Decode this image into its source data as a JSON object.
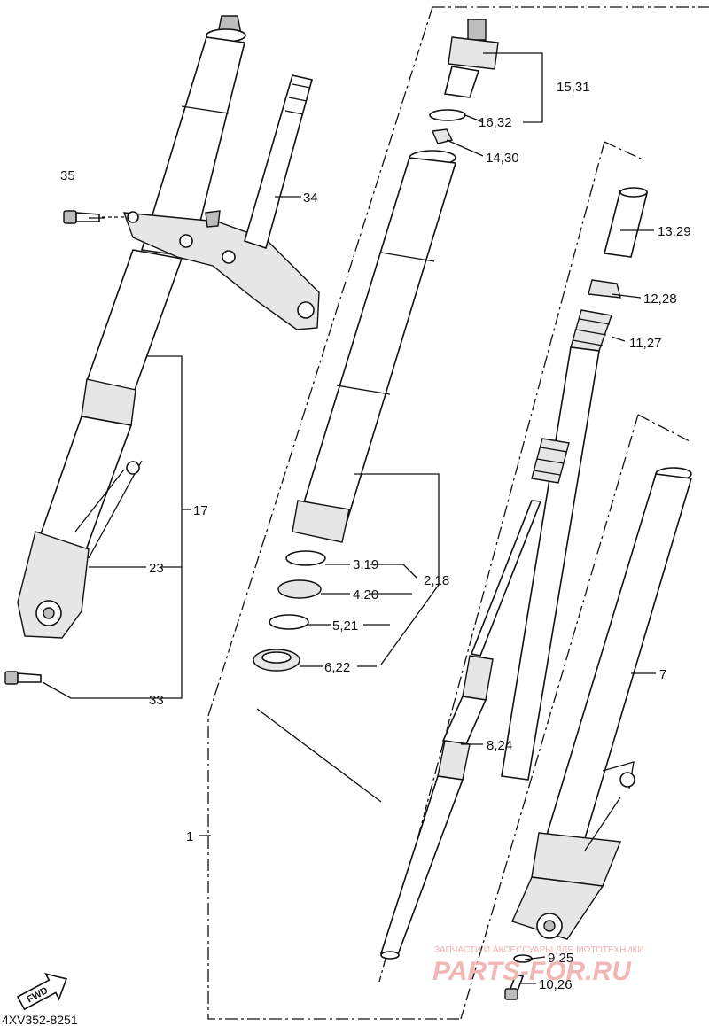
{
  "diagram": {
    "reference_code": "4XV352-8251",
    "fwd_label": "FWD",
    "callouts": {
      "c1": "1",
      "c2_18": "2,18",
      "c3_19": "3,19",
      "c4_20": "4,20",
      "c5_21": "5,21",
      "c6_22": "6,22",
      "c7": "7",
      "c8_24": "8,24",
      "c9_25": "9,25",
      "c10_26": "10,26",
      "c11_27": "11,27",
      "c12_28": "12,28",
      "c13_29": "13,29",
      "c14_30": "14,30",
      "c15_31": "15,31",
      "c16_32": "16,32",
      "c17": "17",
      "c23": "23",
      "c33": "33",
      "c34": "34",
      "c35": "35"
    }
  },
  "watermark": {
    "tagline": "ЗАПЧАСТИ И АКСЕССУАРЫ ДЛЯ МОТОТЕХНИКИ",
    "brand": "PARTS-FOR.RU"
  }
}
